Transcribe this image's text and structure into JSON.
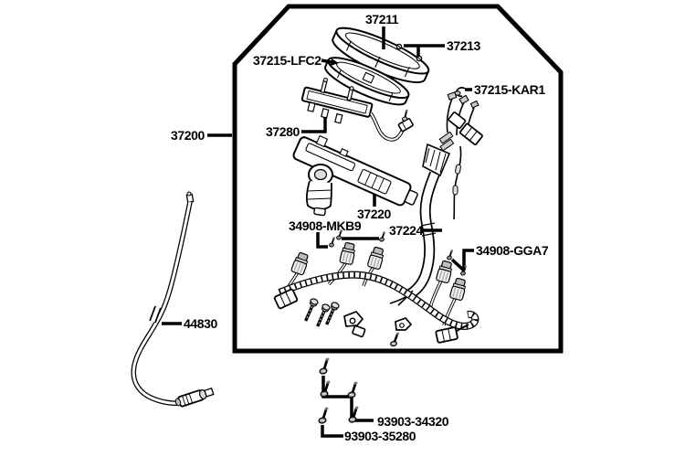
{
  "diagram": {
    "kind": "exploded-parts-diagram",
    "colors": {
      "line": "#000000",
      "background": "#ffffff"
    },
    "labels": {
      "p37211": "37211",
      "p37213": "37213",
      "p37215_lfc2": "37215-LFC2",
      "p37215_kar1": "37215-KAR1",
      "p37200": "37200",
      "p37280": "37280",
      "p37220": "37220",
      "p34908_mkb9": "34908-MKB9",
      "p37224": "37224",
      "p34908_gga7": "34908-GGA7",
      "p44830": "44830",
      "p93903_34320": "93903-34320",
      "p93903_35280": "93903-35280"
    }
  }
}
